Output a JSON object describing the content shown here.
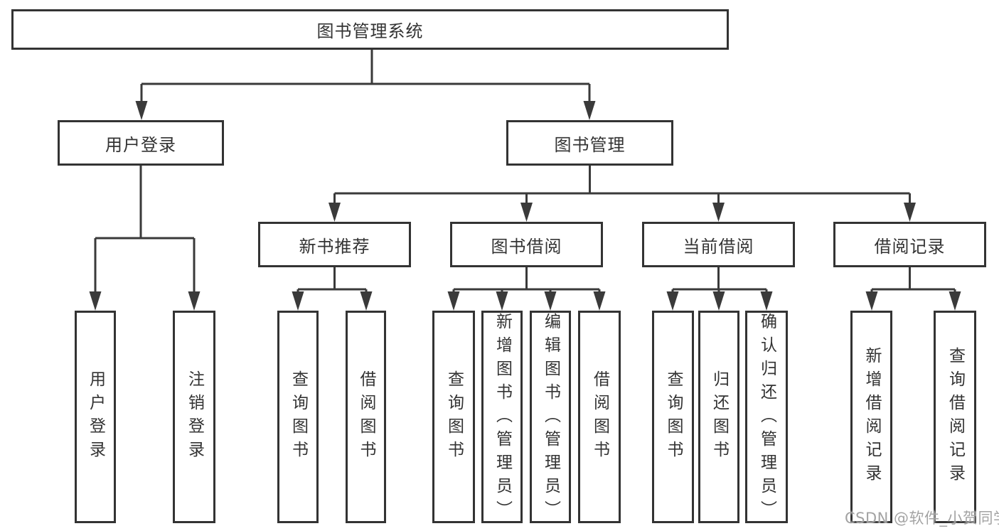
{
  "diagram": {
    "root": {
      "label": "图书管理系统"
    },
    "branches": [
      {
        "label": "用户登录",
        "leaves": [
          {
            "label": "用户登录"
          },
          {
            "label": "注销登录"
          }
        ]
      },
      {
        "label": "图书管理",
        "sections": [
          {
            "label": "新书推荐",
            "leaves": [
              {
                "label": "查询图书"
              },
              {
                "label": "借阅图书"
              }
            ]
          },
          {
            "label": "图书借阅",
            "leaves": [
              {
                "label": "查询图书"
              },
              {
                "label": "新增图书（管理员）"
              },
              {
                "label": "编辑图书（管理员）"
              },
              {
                "label": "借阅图书"
              }
            ]
          },
          {
            "label": "当前借阅",
            "leaves": [
              {
                "label": "查询图书"
              },
              {
                "label": "归还图书"
              },
              {
                "label": "确认归还（管理员）"
              }
            ]
          },
          {
            "label": "借阅记录",
            "leaves": [
              {
                "label": "新增借阅记录"
              },
              {
                "label": "查询借阅记录"
              }
            ]
          }
        ]
      }
    ]
  },
  "watermark": {
    "text": "CSDN @软件_小贺同学"
  },
  "colors": {
    "background": "#ffffff",
    "line": "#3a3a3a",
    "box_border": "#333333",
    "box_fill": "#ffffff",
    "text": "#333333",
    "watermark": "#9e9e9e"
  }
}
